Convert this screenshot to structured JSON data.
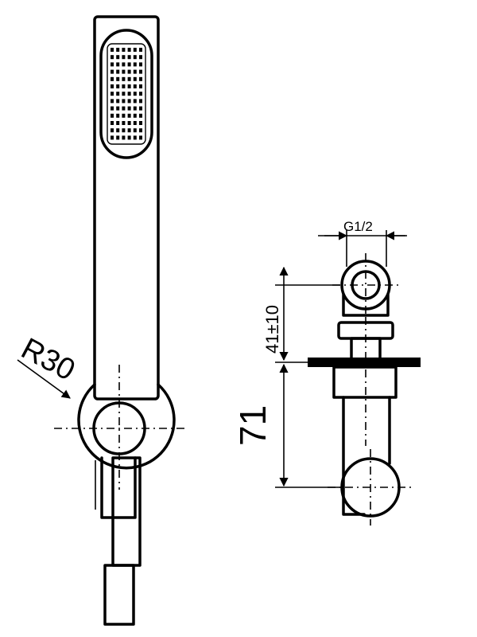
{
  "drawing": {
    "labels": {
      "radius": "R30",
      "thread": "G1/2",
      "height_adjust": "41±10",
      "depth": "71"
    }
  },
  "colors": {
    "line": "#000000",
    "background": "#ffffff"
  }
}
